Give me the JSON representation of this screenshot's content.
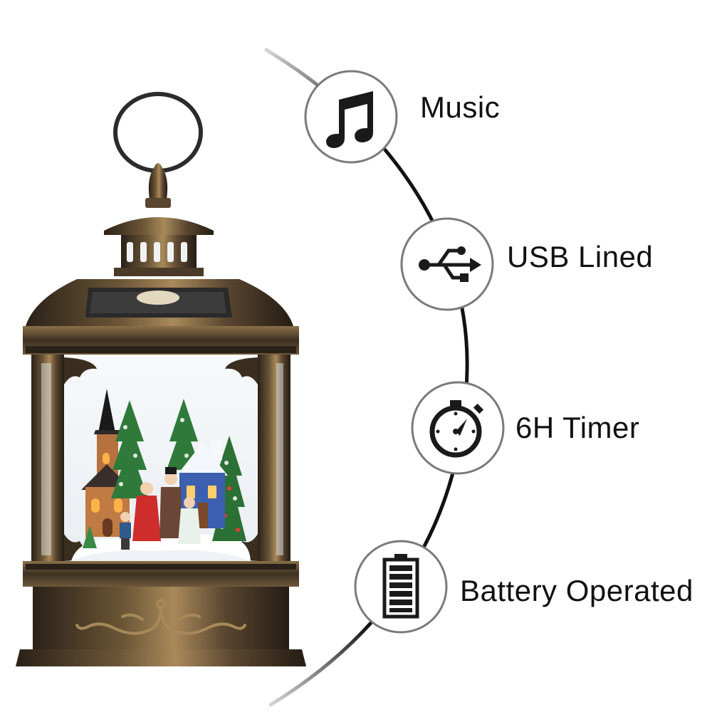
{
  "features": [
    {
      "label": "Music",
      "icon": "music-note-icon"
    },
    {
      "label": "USB Lined",
      "icon": "usb-icon"
    },
    {
      "label": "6H Timer",
      "icon": "stopwatch-icon"
    },
    {
      "label": "Battery Operated",
      "icon": "battery-icon"
    }
  ],
  "colors": {
    "background": "#ffffff",
    "curve": "#111111",
    "curve_fade": "#c8c8c8",
    "circle_border": "#7a7a7a",
    "icon": "#1a1a1a",
    "lantern_bronze": "#3a2e1e",
    "lantern_gold": "#a8895a"
  }
}
